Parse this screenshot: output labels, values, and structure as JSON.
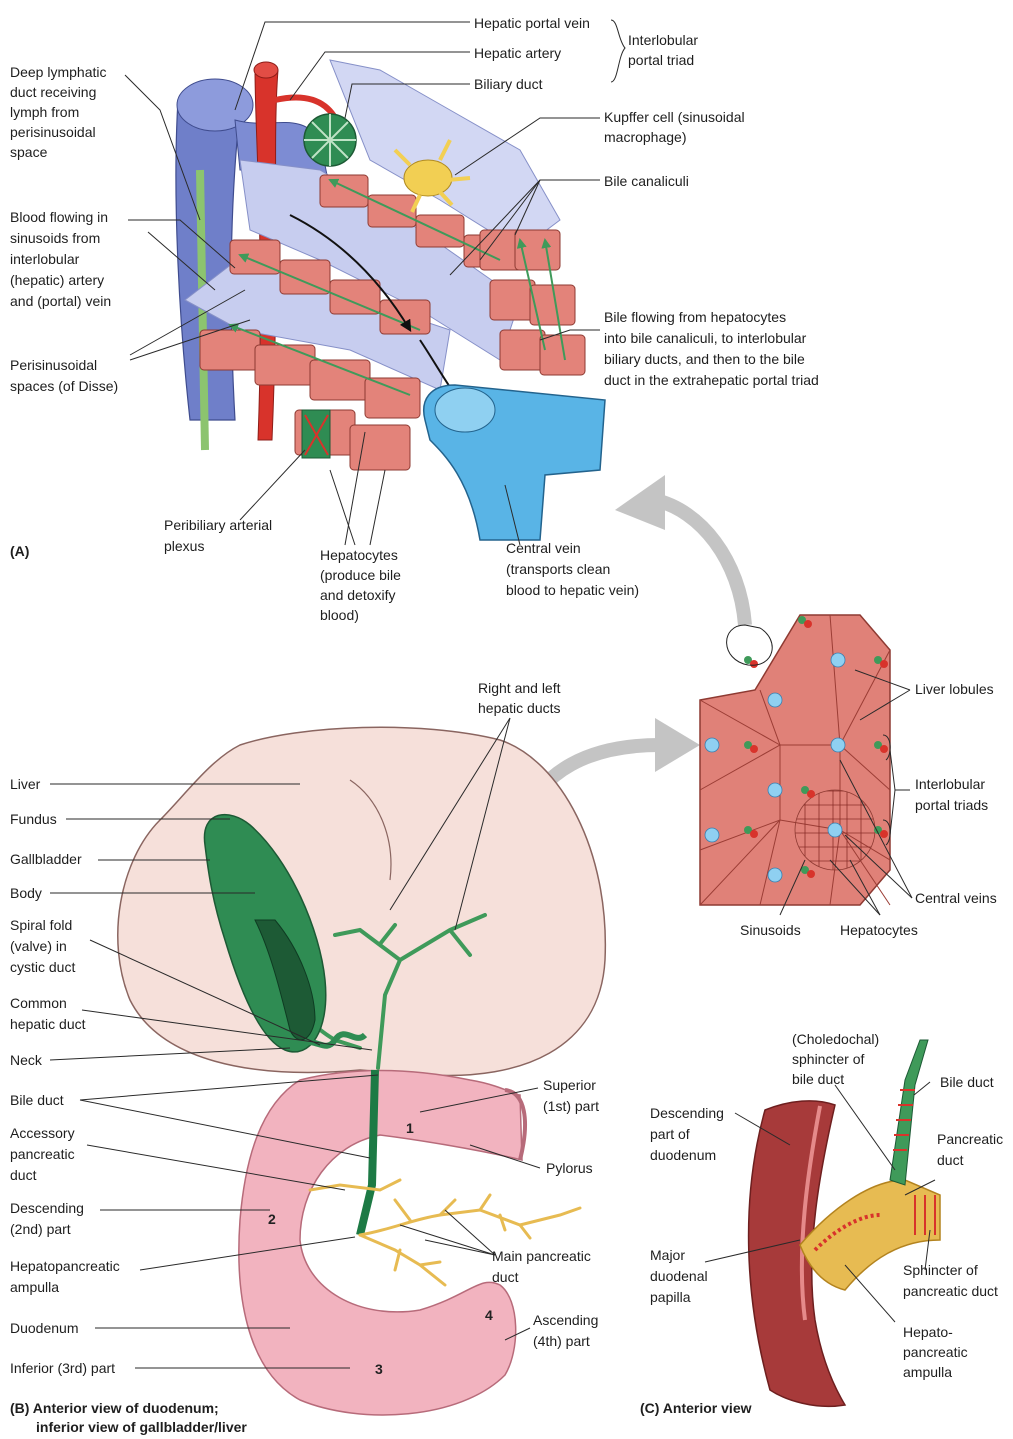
{
  "panel_a": {
    "caption": "(A)",
    "labels": {
      "hepatic_portal_vein": "Hepatic portal vein",
      "hepatic_artery": "Hepatic artery",
      "biliary_duct": "Biliary duct",
      "interlobular_portal_triad": [
        "Interlobular",
        "portal triad"
      ],
      "deep_lymphatic_duct": [
        "Deep lymphatic",
        "duct receiving",
        "lymph from",
        "perisinusoidal",
        "space"
      ],
      "kupffer_cell": [
        "Kupffer cell (sinusoidal",
        "macrophage)"
      ],
      "bile_canaliculi": "Bile canaliculi",
      "blood_flowing": [
        "Blood flowing in",
        "sinusoids from",
        "interlobular",
        "(hepatic) artery",
        "and (portal) vein"
      ],
      "bile_flowing": [
        "Bile flowing from hepatocytes",
        "into bile canaliculi, to interlobular",
        "biliary ducts, and then to the bile",
        "duct in the extrahepatic portal triad"
      ],
      "perisinusoidal_spaces": [
        "Perisinusoidal",
        "spaces (of Disse)"
      ],
      "peribiliary_plexus": [
        "Peribiliary arterial",
        "plexus"
      ],
      "hepatocytes": [
        "Hepatocytes",
        "(produce bile",
        "and detoxify",
        "blood)"
      ],
      "central_vein": [
        "Central vein",
        "(transports clean",
        "blood to hepatic vein)"
      ]
    }
  },
  "panel_lobule": {
    "labels": {
      "liver_lobules": "Liver lobules",
      "interlobular_portal_triads": [
        "Interlobular",
        "portal triads"
      ],
      "central_veins": "Central veins",
      "sinusoids": "Sinusoids",
      "hepatocytes": "Hepatocytes"
    }
  },
  "panel_b": {
    "caption": [
      "(B) Anterior view of duodenum;",
      "inferior view of gallbladder/liver"
    ],
    "labels": {
      "right_left_hepatic_ducts": [
        "Right and left",
        "hepatic ducts"
      ],
      "liver": "Liver",
      "fundus": "Fundus",
      "gallbladder": "Gallbladder",
      "body": "Body",
      "spiral_fold": [
        "Spiral fold",
        "(valve) in",
        "cystic duct"
      ],
      "common_hepatic_duct": [
        "Common",
        "hepatic duct"
      ],
      "neck": "Neck",
      "bile_duct": "Bile duct",
      "accessory_pancreatic_duct": [
        "Accessory",
        "pancreatic",
        "duct"
      ],
      "descending_part": [
        "Descending",
        "(2nd) part"
      ],
      "hepatopancreatic_ampulla": [
        "Hepatopancreatic",
        "ampulla"
      ],
      "duodenum": "Duodenum",
      "inferior_part": "Inferior (3rd) part",
      "superior_part": [
        "Superior",
        "(1st) part"
      ],
      "pylorus": "Pylorus",
      "main_pancreatic_duct": [
        "Main pancreatic",
        "duct"
      ],
      "ascending_part": [
        "Ascending",
        "(4th) part"
      ]
    },
    "numbers": [
      "1",
      "2",
      "3",
      "4"
    ]
  },
  "panel_c": {
    "caption": "(C) Anterior view",
    "labels": {
      "choledochal_sphincter": [
        "(Choledochal)",
        "sphincter of",
        "bile duct"
      ],
      "bile_duct": "Bile duct",
      "descending_part_duodenum": [
        "Descending",
        "part of",
        "duodenum"
      ],
      "pancreatic_duct": [
        "Pancreatic",
        "duct"
      ],
      "major_duodenal_papilla": [
        "Major",
        "duodenal",
        "papilla"
      ],
      "sphincter_pancreatic_duct": [
        "Sphincter of",
        "pancreatic duct"
      ],
      "hepatopancreatic_ampulla": [
        "Hepato-",
        "pancreatic",
        "ampulla"
      ]
    }
  },
  "colors": {
    "portal_vein": "#6f7fc9",
    "hepatic_artery": "#d8332b",
    "bile_duct": "#3f9a5a",
    "hepatocyte": "#e3837a",
    "sinusoid": "#c7cdef",
    "central_vein": "#59b4e6",
    "kupffer": "#f2cf53",
    "liver": "#f6e0da",
    "gallbladder": "#2f8c53",
    "duodenum": "#f2b3bf",
    "pancreatic_duct": "#e7bb52",
    "duodenum_wall": "#a73a3a",
    "arrow_gray": "#c4c4c4"
  }
}
